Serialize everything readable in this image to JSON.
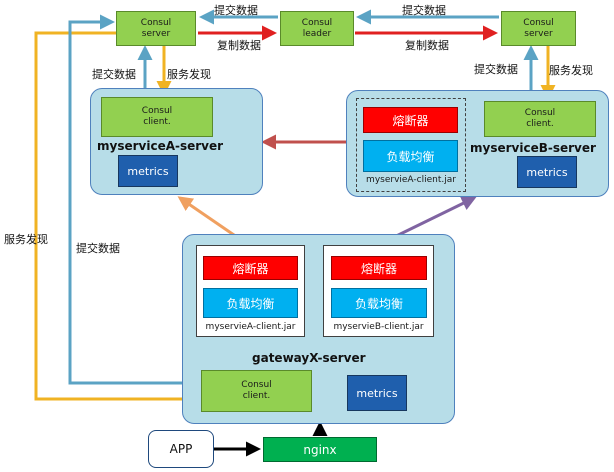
{
  "consul_nodes": {
    "server_left": {
      "line1": "Consul",
      "line2": "server"
    },
    "leader": {
      "line1": "Consul",
      "line2": "leader"
    },
    "server_right": {
      "line1": "Consul",
      "line2": "server"
    }
  },
  "labels": {
    "submit_top_left": "提交数据",
    "submit_top_right": "提交数据",
    "replicate_left": "复制数据",
    "replicate_right": "复制数据",
    "submit_a": "提交数据",
    "discover_a": "服务发现",
    "submit_b": "提交数据",
    "discover_b": "服务发现",
    "discover_gateway": "服务发现",
    "submit_gateway": "提交数据"
  },
  "service_a": {
    "title": "myserviceA-server",
    "client": {
      "line1": "Consul",
      "line2": "client."
    },
    "metrics": "metrics"
  },
  "service_b": {
    "title": "myserviceB-server",
    "client": {
      "line1": "Consul",
      "line2": "client."
    },
    "metrics": "metrics",
    "jar": {
      "breaker": "熔断器",
      "balancer": "负载均衡",
      "name": "myservieA-client.jar"
    }
  },
  "gateway": {
    "title": "gatewayX-server",
    "client": {
      "line1": "Consul",
      "line2": "client."
    },
    "metrics": "metrics",
    "jar_a": {
      "breaker": "熔断器",
      "balancer": "负载均衡",
      "name": "myservieA-client.jar"
    },
    "jar_b": {
      "breaker": "熔断器",
      "balancer": "负载均衡",
      "name": "myservieB-client.jar"
    }
  },
  "app": "APP",
  "nginx": "nginx",
  "colors": {
    "submit_arrow": "#5ba3c4",
    "discover_arrow": "#f0b323",
    "replicate_arrow": "#e02020",
    "gateway_to_a": "#f0a060",
    "gateway_to_b": "#8064a2",
    "b_to_a": "#c0504d",
    "nginx_green": "#00b050"
  }
}
